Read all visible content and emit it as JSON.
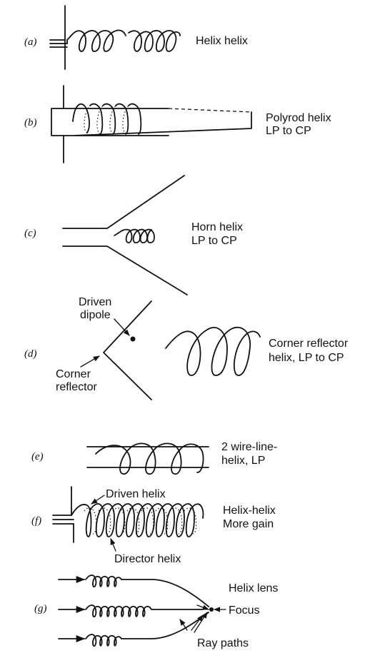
{
  "panels": [
    {
      "tag": "(a)",
      "label_lines": [
        "Helix helix"
      ]
    },
    {
      "tag": "(b)",
      "label_lines": [
        "Polyrod helix",
        "LP to CP"
      ]
    },
    {
      "tag": "(c)",
      "label_lines": [
        "Horn helix",
        "LP to CP"
      ]
    },
    {
      "tag": "(d)",
      "label_lines": [
        "Corner reflector",
        "helix, LP to CP"
      ],
      "callouts": {
        "driven_dipole": [
          "Driven",
          "dipole"
        ],
        "corner_reflector": [
          "Corner",
          "reflector"
        ]
      }
    },
    {
      "tag": "(e)",
      "label_lines": [
        "2 wire-line-",
        "helix, LP"
      ]
    },
    {
      "tag": "(f)",
      "label_lines": [
        "Helix-helix",
        "More gain"
      ],
      "callouts": {
        "driven_helix": "Driven helix",
        "director_helix": "Director helix"
      }
    },
    {
      "tag": "(g)",
      "label_lines": [
        "Helix lens"
      ],
      "callouts": {
        "focus": "Focus",
        "ray_paths": "Ray paths"
      }
    }
  ]
}
